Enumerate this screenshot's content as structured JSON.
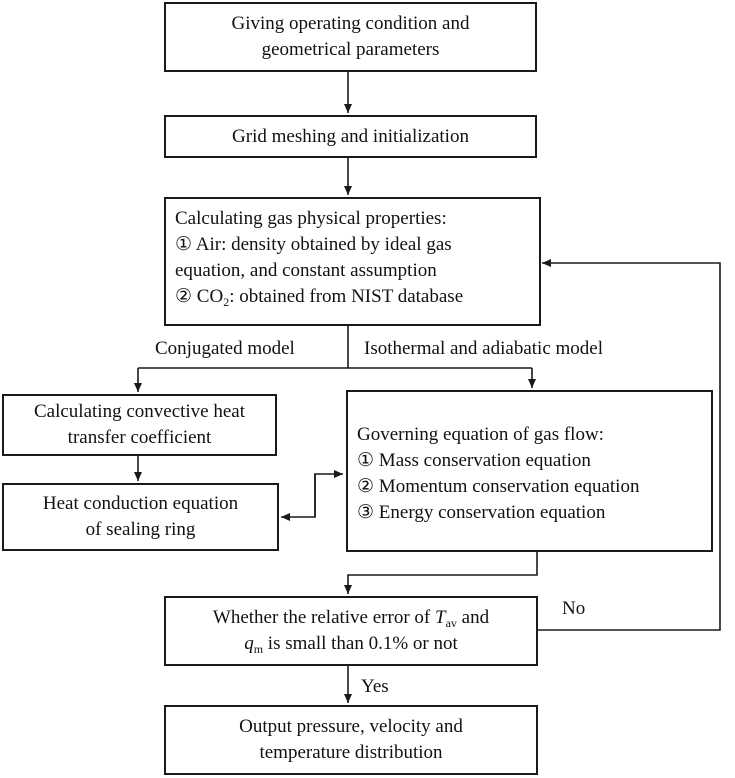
{
  "boxes": {
    "start": {
      "lines": [
        "Giving operating condition and",
        "geometrical parameters"
      ]
    },
    "grid": {
      "lines": [
        "Grid meshing and initialization"
      ]
    },
    "props": {
      "title": "Calculating gas physical properties:",
      "item1_num": "①",
      "item1_line1": "Air: density obtained by ideal gas",
      "item1_line2": "equation, and constant assumption",
      "item2_num": "②",
      "item2_pre": "CO",
      "item2_sub": "2",
      "item2_post": ": obtained from NIST database"
    },
    "convective": {
      "lines": [
        "Calculating convective heat",
        "transfer coefficient"
      ]
    },
    "conduction": {
      "lines": [
        "Heat conduction equation",
        "of sealing ring"
      ]
    },
    "governing": {
      "title": "Governing equation of gas flow:",
      "items": [
        {
          "num": "①",
          "text": "Mass conservation equation"
        },
        {
          "num": "②",
          "text": "Momentum conservation equation"
        },
        {
          "num": "③",
          "text": "Energy conservation equation"
        }
      ]
    },
    "check": {
      "line1_pre": "Whether the relative error of ",
      "t_sym": "T",
      "t_sub": "av",
      "line1_post": " and",
      "q_sym": "q",
      "q_sub": "m",
      "line2_post": " is small than 0.1% or not"
    },
    "output": {
      "lines": [
        "Output pressure, velocity and",
        "temperature distribution"
      ]
    }
  },
  "labels": {
    "conjugated": "Conjugated model",
    "isothermal": "Isothermal and adiabatic model",
    "no": "No",
    "yes": "Yes"
  }
}
